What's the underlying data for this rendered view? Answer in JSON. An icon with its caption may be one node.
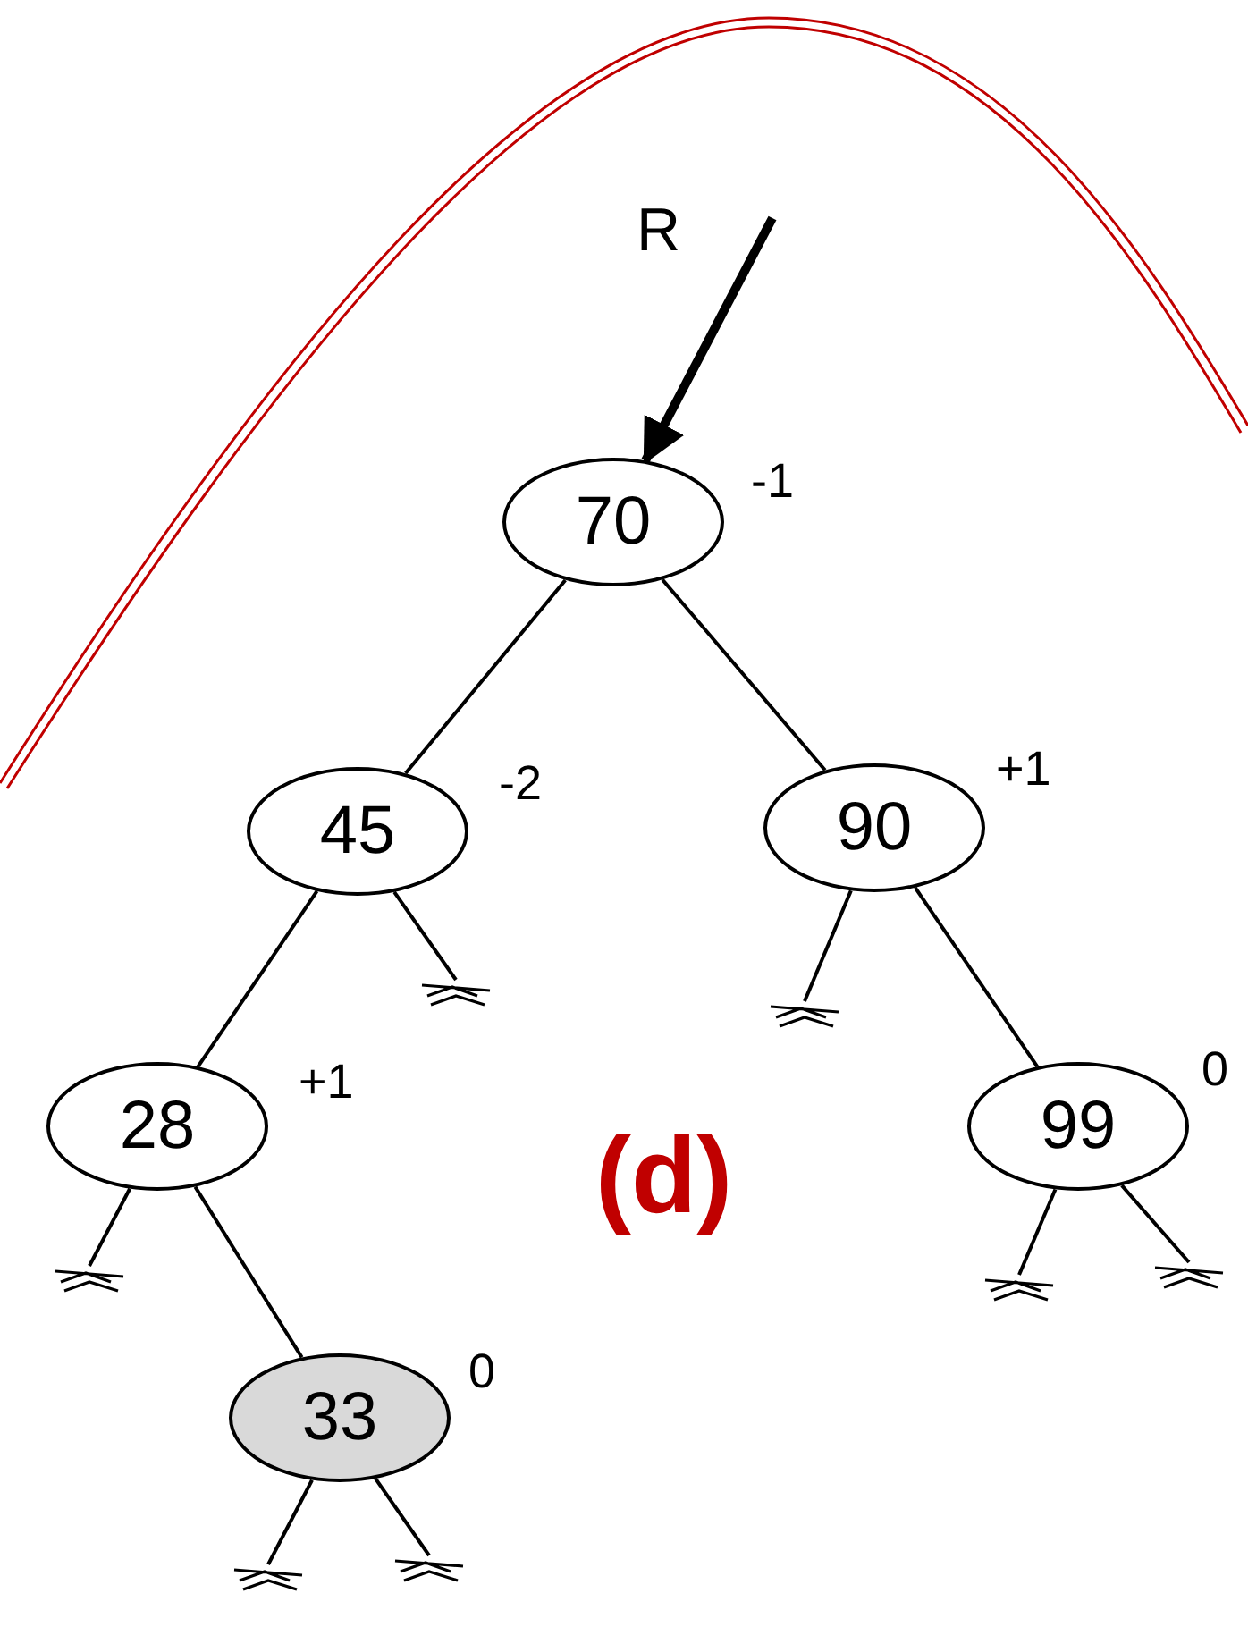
{
  "diagram": {
    "nodes": [
      {
        "text": [
          "70"
        ],
        "beside": [
          "-1"
        ]
      },
      {
        "text": [
          "45"
        ],
        "beside": [
          "-2"
        ]
      },
      {
        "text": [
          "90"
        ],
        "beside": [
          "+1"
        ]
      },
      {
        "text": [
          "28"
        ],
        "beside": [
          "+1"
        ]
      },
      {
        "text": [
          "99"
        ],
        "beside": [
          "0"
        ]
      },
      {
        "text": [
          "33"
        ],
        "beside": [
          "0"
        ]
      },
      {
        "text": [],
        "shape": "ground"
      },
      {
        "text": [],
        "shape": "ground"
      },
      {
        "text": [],
        "shape": "ground"
      },
      {
        "text": [],
        "shape": "ground"
      },
      {
        "text": [],
        "shape": "ground"
      },
      {
        "text": [],
        "shape": "ground"
      },
      {
        "text": [],
        "shape": "ground"
      }
    ],
    "edges": [
      {
        "from": null,
        "to": 0,
        "arrow": "to",
        "label": "R",
        "style": "thick"
      },
      {
        "from": 0,
        "to": 1,
        "arrow": "none"
      },
      {
        "from": 0,
        "to": 2,
        "arrow": "none"
      },
      {
        "from": 1,
        "to": 3,
        "arrow": "none"
      },
      {
        "from": 1,
        "to": 6,
        "arrow": "none"
      },
      {
        "from": 2,
        "to": 7,
        "arrow": "none"
      },
      {
        "from": 2,
        "to": 4,
        "arrow": "none"
      },
      {
        "from": 3,
        "to": 8,
        "arrow": "none"
      },
      {
        "from": 3,
        "to": 5,
        "arrow": "none"
      },
      {
        "from": 4,
        "to": 9,
        "arrow": "none"
      },
      {
        "from": 4,
        "to": 10,
        "arrow": "none"
      },
      {
        "from": 5,
        "to": 11,
        "arrow": "none"
      },
      {
        "from": 5,
        "to": 12,
        "arrow": "none"
      }
    ],
    "labels": [
      "(d)"
    ]
  }
}
